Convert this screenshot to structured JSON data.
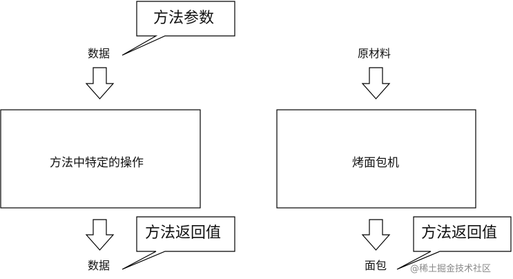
{
  "left": {
    "input_label": "数据",
    "input_callout": "方法参数",
    "box_label": "方法中特定的操作",
    "output_label": "数据",
    "output_callout": "方法返回值"
  },
  "right": {
    "input_label": "原材料",
    "box_label": "烤面包机",
    "output_label": "面包",
    "output_callout": "方法返回值"
  },
  "watermark": "@稀土掘金技术社区",
  "colors": {
    "stroke": "#000000",
    "text": "#111111",
    "background": "#ffffff",
    "watermark": "#8a8a8a"
  }
}
